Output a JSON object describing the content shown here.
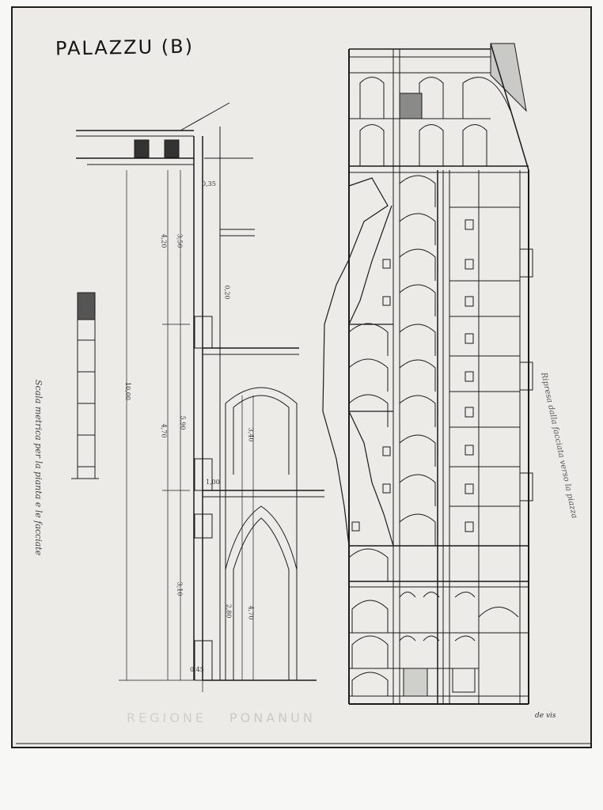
{
  "document": {
    "title": "PALAZZU (B)",
    "scale_label": "Scala metrica per la pianta e le facciate",
    "side_note": "Ripresa dalla facciata verso la piazza",
    "footer_mark": "PONANUN",
    "footer_mark_2": "REGIONE",
    "corner_note": "de vis"
  },
  "dimensions": [
    "0,35",
    "3,50",
    "4,20",
    "10,00",
    "4,70",
    "5,90",
    "3,40",
    "0,20",
    "1,00",
    "3,10",
    "2,80",
    "4,70",
    "0,45"
  ],
  "colors": {
    "ink": "#1b1b1b",
    "paper": "#ecebe8",
    "frame": "#1d1d1d"
  }
}
